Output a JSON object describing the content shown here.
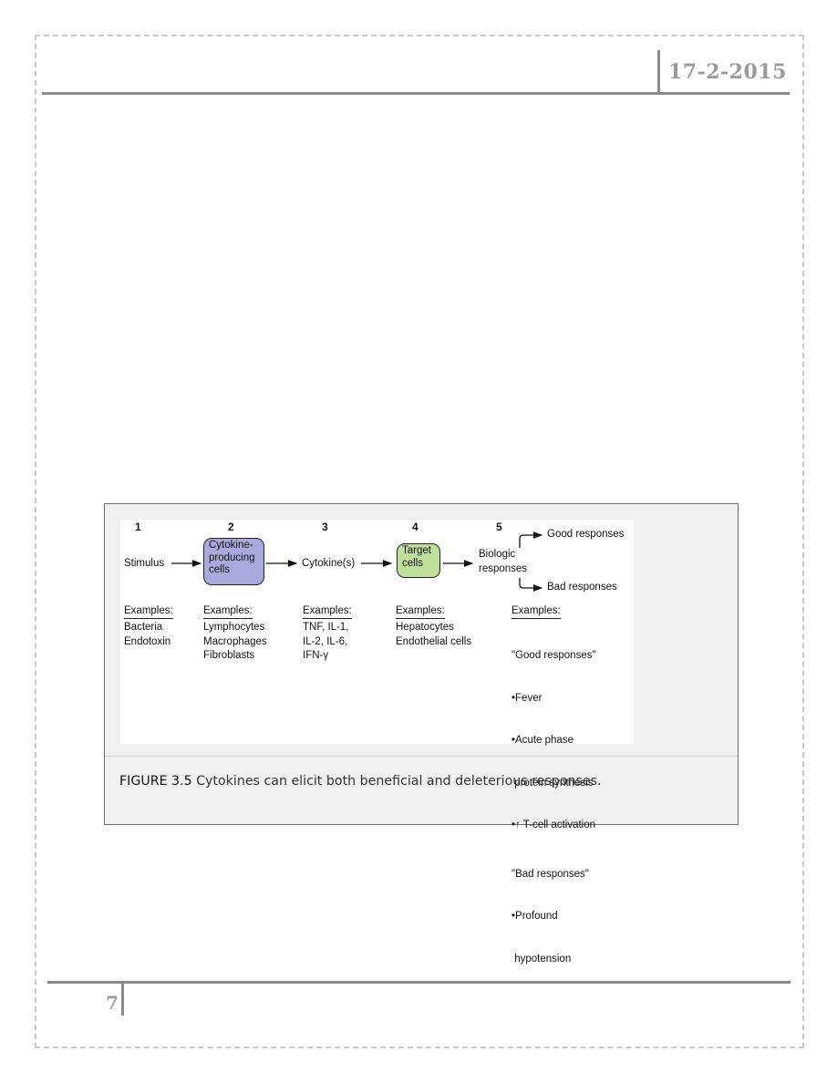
{
  "header": {
    "date": "17-2-2015"
  },
  "footer": {
    "page_number": "7"
  },
  "figure": {
    "steps": [
      {
        "number": "1",
        "label": "Stimulus",
        "examples_heading": "Examples:",
        "examples": [
          "Bacteria",
          "Endotoxin"
        ]
      },
      {
        "number": "2",
        "label_lines": [
          "Cytokine-",
          "producing",
          "cells"
        ],
        "examples_heading": "Examples:",
        "examples": [
          "Lymphocytes",
          "Macrophages",
          "Fibroblasts"
        ]
      },
      {
        "number": "3",
        "label": "Cytokine(s)",
        "examples_heading": "Examples:",
        "examples": [
          "TNF, IL-1,",
          "IL-2, IL-6,",
          "IFN-γ"
        ]
      },
      {
        "number": "4",
        "label_lines": [
          "Target",
          "cells"
        ],
        "examples_heading": "Examples:",
        "examples": [
          "Hepatocytes",
          "Endothelial cells"
        ]
      },
      {
        "number": "5",
        "label_lines": [
          "Biologic",
          "responses"
        ],
        "examples_heading": "Examples:",
        "examples": [
          "\"Good responses\"",
          "•Fever",
          "•Acute phase",
          " protein synthesis",
          "•↑ T-cell activation",
          "\"Bad responses\"",
          "•Profound",
          " hypotension"
        ]
      }
    ],
    "branches": {
      "good": "Good responses",
      "bad": "Bad responses"
    },
    "caption": {
      "label": "FIGURE 3.5",
      "text": " Cytokines can elicit both beneficial and deleterious responses."
    }
  },
  "colors": {
    "purple_box": "#a9a9dd",
    "green_box": "#bfe09a",
    "frame": "#8a8a8a",
    "header_text": "#9b9b9b"
  }
}
